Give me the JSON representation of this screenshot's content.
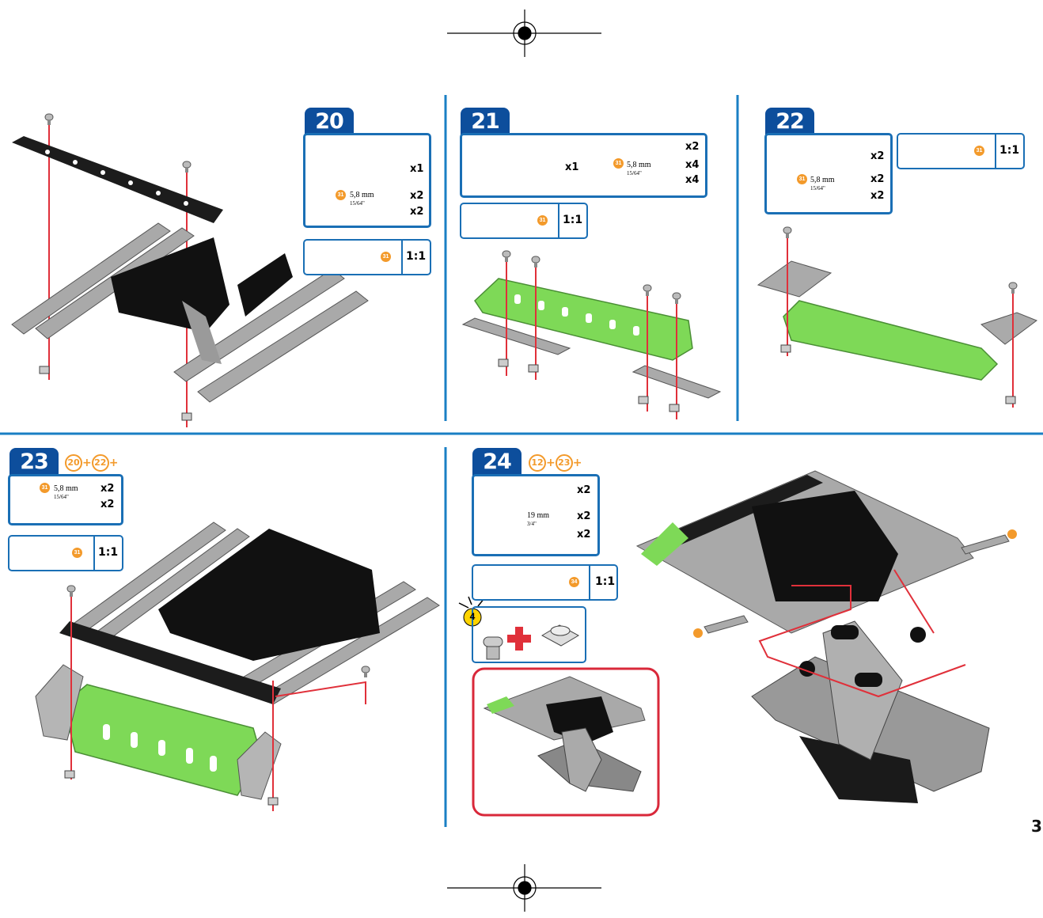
{
  "page_number": "3",
  "steps": [
    {
      "number": "20",
      "parts": [
        {
          "qty": "x1"
        },
        {
          "qty": "x2",
          "dim": "5,8 mm",
          "dim_in": "15/64\""
        },
        {
          "qty": "x2"
        }
      ],
      "scale": "1:1"
    },
    {
      "number": "21",
      "parts": [
        {
          "qty": "x1"
        },
        {
          "qty": "x2"
        },
        {
          "qty": "x4",
          "dim": "5,8 mm",
          "dim_in": "15/64\""
        },
        {
          "qty": "x4"
        }
      ],
      "scale": "1:1"
    },
    {
      "number": "22",
      "parts": [
        {
          "qty": "x2"
        },
        {
          "qty": "x2",
          "dim": "5,8 mm",
          "dim_in": "15/64\""
        },
        {
          "qty": "x2"
        }
      ],
      "scale": "1:1"
    },
    {
      "number": "23",
      "refs": [
        "20",
        "+",
        "22",
        "+"
      ],
      "parts": [
        {
          "qty": "x2",
          "dim": "5,8 mm",
          "dim_in": "15/64\""
        },
        {
          "qty": "x2"
        }
      ],
      "scale": "1:1"
    },
    {
      "number": "24",
      "refs": [
        "12",
        "+",
        "23",
        "+"
      ],
      "parts": [
        {
          "qty": "x2"
        },
        {
          "qty": "x2",
          "dim": "19 mm",
          "dim_in": "3/4\""
        },
        {
          "qty": "x2"
        }
      ],
      "scale": "1:1",
      "tip_number": "4"
    }
  ],
  "badges": {
    "screw_small": "31",
    "screw_long": "34"
  },
  "colors": {
    "accent": "#1a6fb5",
    "step_bg": "#0d4e9c",
    "green_plate": "#7ed957",
    "badge": "#f39a2b",
    "guide_line": "#e0303a"
  }
}
